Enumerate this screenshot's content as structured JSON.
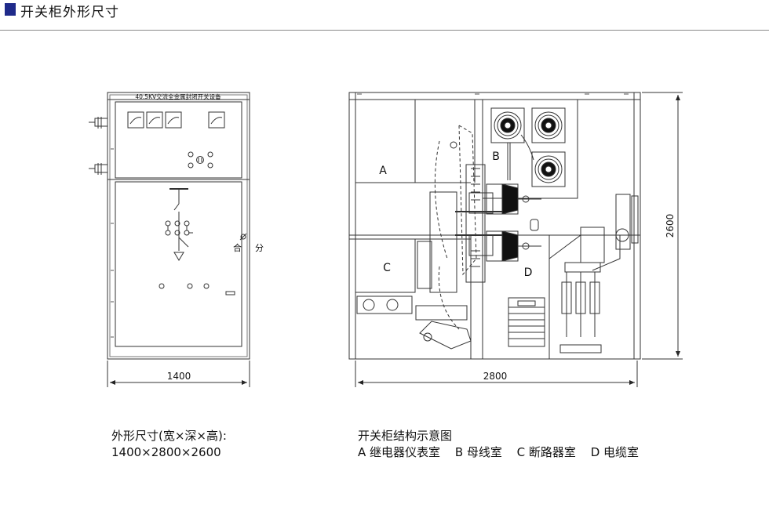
{
  "header": {
    "title": "开关柜外形尺寸",
    "square_color": "#1f2a8a"
  },
  "front_view": {
    "nameplate": "40.5KV交流全金属封闭开关设备",
    "switch_label_close": "合",
    "switch_label_open": "分",
    "width_dimension": "1400"
  },
  "side_view": {
    "compartments": {
      "A": "A",
      "B": "B",
      "C": "C",
      "D": "D"
    },
    "depth_dimension": "2800",
    "height_dimension": "2600"
  },
  "captions": {
    "size_title": "外形尺寸(宽×深×高):",
    "size_value": "1400×2800×2600",
    "structure_title": "开关柜结构示意图",
    "legend": [
      "A 继电器仪表室",
      "B 母线室",
      "C 断路器室",
      "D 电缆室"
    ]
  }
}
